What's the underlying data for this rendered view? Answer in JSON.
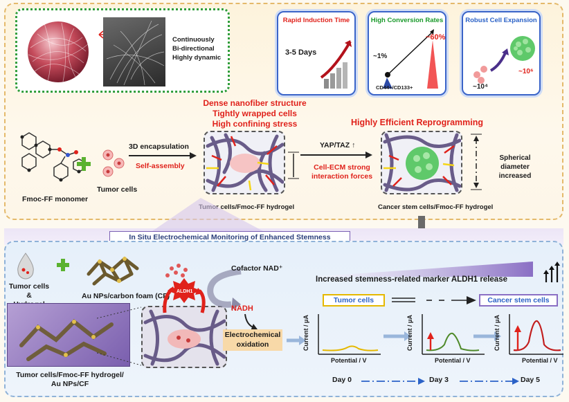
{
  "top": {
    "structure_caption": [
      "Continuously",
      "Bi-directional",
      "Highly dynamic"
    ],
    "cards": [
      {
        "title": "Rapid Induction Time",
        "value": "3-5 Days"
      },
      {
        "title": "High Conversion Rates",
        "low": "~1%",
        "high": "~60%",
        "marker": "CD44+/CD133+"
      },
      {
        "title": "Robust Cell Expansion",
        "low": "~10⁴",
        "high": "~10⁶"
      }
    ],
    "stress_title": [
      "Dense nanofiber structure",
      "Tightly wrapped cells",
      "High confining stress"
    ],
    "reprogramming_title": "Highly Efficient Reprogramming",
    "monomer_label": "Fmoc-FF monomer",
    "tumor_cells_label": "Tumor cells",
    "encapsulation_label": "3D encapsulation",
    "self_assembly_label": "Self-assembly",
    "yap_label": "YAP/TAZ ↑",
    "ecm_label": [
      "Cell-ECM strong",
      "interaction forces"
    ],
    "hydrogel_left_label": "Tumor cells/Fmoc-FF hydrogel",
    "hydrogel_right_label": "Cancer stem cells/Fmoc-FF hydrogel",
    "diameter_label": [
      "Spherical diameter",
      "increased"
    ]
  },
  "monitor_banner": "In Situ Electrochemical Monitoring of Enhanced Stemness",
  "bottom": {
    "tumor_hydrogel_label": [
      "Tumor cells &",
      "Hydrogel"
    ],
    "foam_label": "Au NPs/carbon foam (CF)",
    "device_label": [
      "Tumor cells/Fmoc-FF hydrogel/",
      "Au NPs/CF"
    ],
    "cofactor_label": "Cofactor NAD⁺",
    "enzyme_label": "ALDH1",
    "nadh_label": "NADH",
    "oxidation_label": [
      "Electrochemical",
      "oxidation"
    ],
    "marker_release_label": "Increased stemness-related marker ALDH1 release",
    "tumor_box": "Tumor cells",
    "stem_box": "Cancer stem cells",
    "ylabel": "Current / μA",
    "xlabel": "Potential / V",
    "days": [
      "Day 0",
      "Day 3",
      "Day 5"
    ]
  },
  "colors": {
    "red": "#e0221b",
    "green": "#1a9a2b",
    "blue": "#2b62c7",
    "hydrogel_purple": "#5b4d7e",
    "curve_day0": "#e5b800",
    "curve_day3": "#4f8a2a",
    "curve_day5": "#c21e1e"
  }
}
